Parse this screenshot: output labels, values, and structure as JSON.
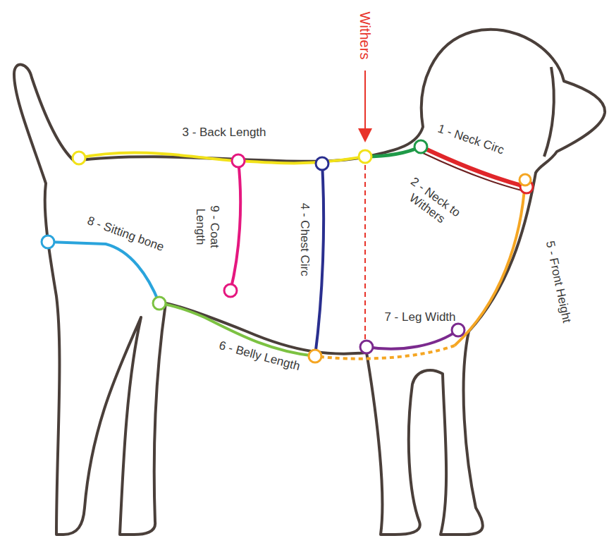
{
  "diagram": {
    "labels": [
      "Withers",
      "1 - Neck Circ",
      "2 - Neck to Withers",
      "3 - Back Length",
      "4 - Chest Circ",
      "5 - Front Height",
      "6 - Belly Length",
      "7 - Leg Width",
      "8 - Sitting bone",
      "9 - Coat Length"
    ]
  }
}
